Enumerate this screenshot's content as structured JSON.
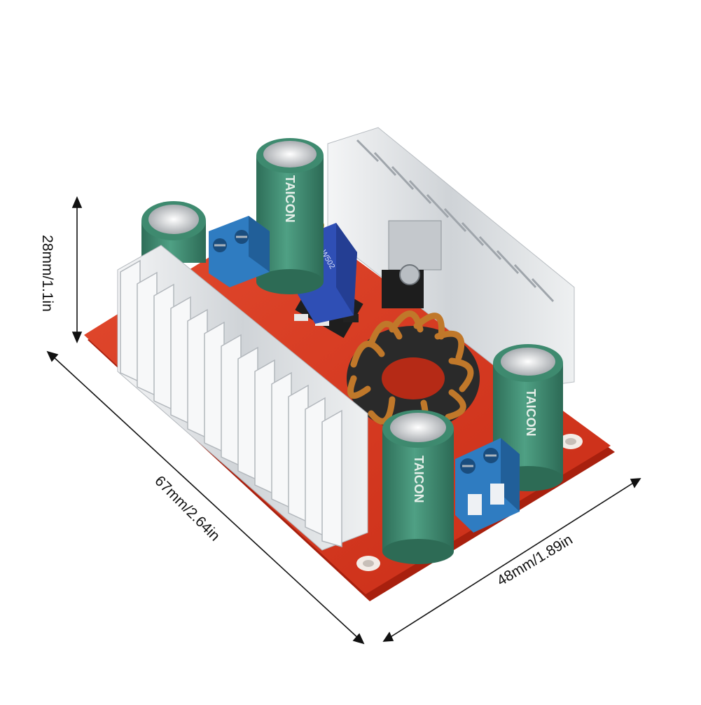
{
  "dimensions": {
    "height": "28mm/1.1in",
    "length": "67mm/2.64in",
    "width": "48mm/1.89in"
  },
  "capacitor_label": "TAICON",
  "pot_label": "W502",
  "colors": {
    "pcb": "#d8321c",
    "pcb_edge": "#a8200e",
    "heatsink": "#dcdfe2",
    "capacitor": "#3f8d72",
    "terminal": "#2f7cc1",
    "coil": "#c0782a"
  }
}
